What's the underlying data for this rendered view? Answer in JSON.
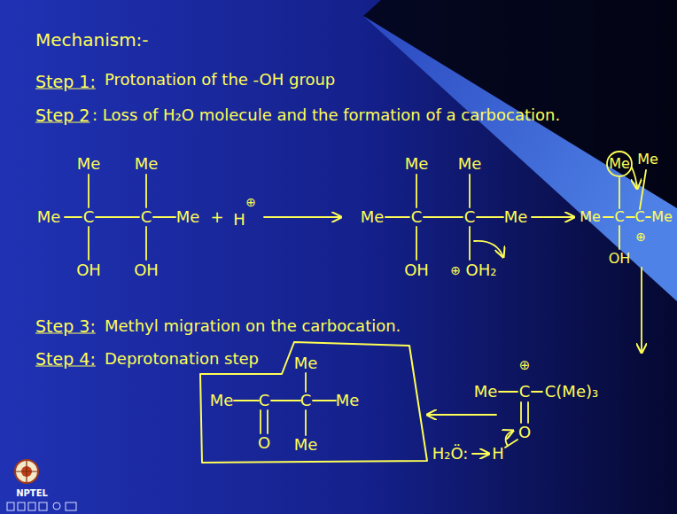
{
  "diagram": {
    "title": "Mechanism:-",
    "nodes": [
      {
        "text": [
          "Me",
          "Me",
          "C",
          "C",
          "Me",
          "O",
          "Me"
        ]
      }
    ],
    "labels": [
      "Step 1:",
      "Protonation of the -OH group",
      "Step 2",
      ": Loss of H₂O molecule and the formation of a carbocation.",
      "Me",
      "Me",
      "Me",
      "C",
      "C",
      "Me",
      "OH",
      "OH",
      "+",
      "H",
      "⊕",
      "Me",
      "Me",
      "Me",
      "C",
      "C",
      "Me",
      "OH",
      "⊕",
      "OH₂",
      "Me",
      "Me",
      "Me",
      "C",
      "C",
      "Me",
      "⊕",
      "OH",
      "⊕",
      "Me",
      "C",
      "C(Me)₃",
      "O",
      "H",
      "H₂Ö:",
      "Step 3:",
      "Methyl migration on the carbocation.",
      "Step 4:",
      "Deprotonation step",
      "NPTEL"
    ]
  }
}
